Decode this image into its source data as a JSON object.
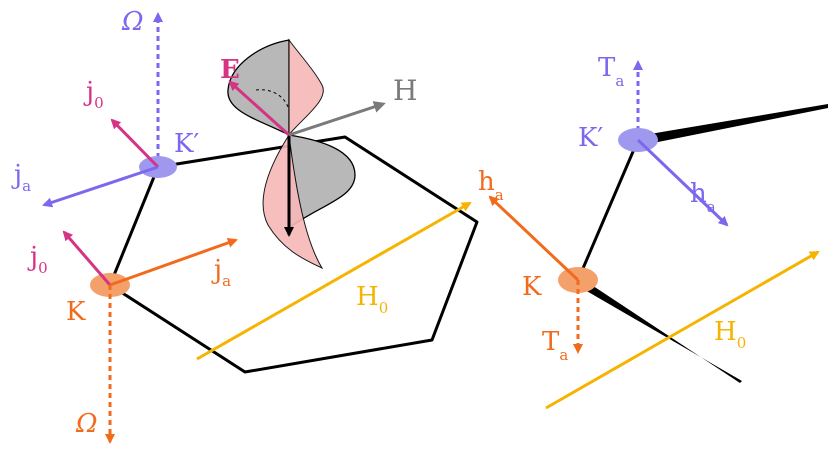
{
  "colors": {
    "purple": "#7b68ee",
    "orange": "#f26b1d",
    "magenta": "#d63384",
    "gold": "#f5b400",
    "gray": "#7a7a7a",
    "black": "#000000",
    "valley_k_fill": "#f4a06a",
    "valley_kp_fill": "#9f98ef",
    "wave_gray_fill": "#b8b8b8",
    "wave_pink_fill": "#f7b8b8"
  },
  "left_panel": {
    "omega_top": "Ω",
    "omega_bottom": "Ω",
    "E": "E",
    "H": "H",
    "j0_top": "j",
    "j0_top_sub": "0",
    "ja_left": "j",
    "ja_left_sub": "a",
    "Kp": "K′",
    "j0_bottom": "j",
    "j0_bottom_sub": "0",
    "ja_right": "j",
    "ja_right_sub": "a",
    "K": "K",
    "H0": "H",
    "H0_sub": "0"
  },
  "right_panel": {
    "Ta_top": "T",
    "Ta_top_sub": "a",
    "Kp": "K′",
    "ha_right": "h",
    "ha_right_sub": "a",
    "ha_left": "h",
    "ha_left_sub": "a",
    "K": "K",
    "Ta_bottom": "T",
    "Ta_bottom_sub": "a",
    "H0": "H",
    "H0_sub": "0"
  }
}
